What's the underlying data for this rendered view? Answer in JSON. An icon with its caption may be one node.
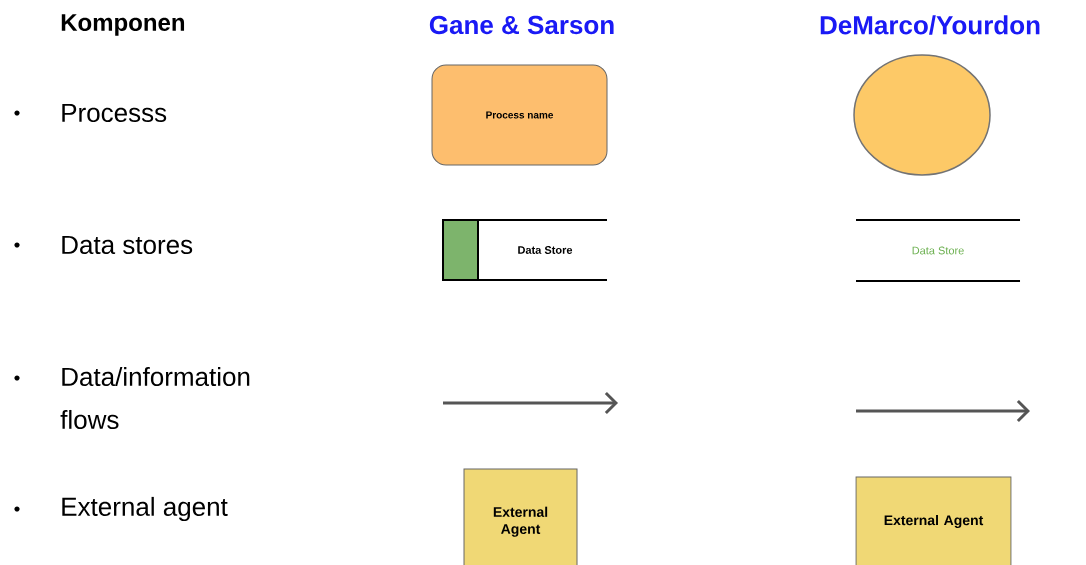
{
  "diagram": {
    "nodes": [
      {
        "text": [
          "Process name"
        ]
      },
      {
        "text": [],
        "shape": "circle"
      },
      {
        "text": [
          "Data Store"
        ]
      },
      {
        "text": [
          "Data Store"
        ]
      },
      {
        "text": [
          "External Agent"
        ]
      },
      {
        "text": [
          "External Agent"
        ]
      }
    ],
    "labels": [
      "Komponen",
      "Gane & Sarson",
      "DeMarco/Yourdon",
      "Processs",
      "Data stores",
      "Data/information flows",
      "External agent"
    ]
  }
}
